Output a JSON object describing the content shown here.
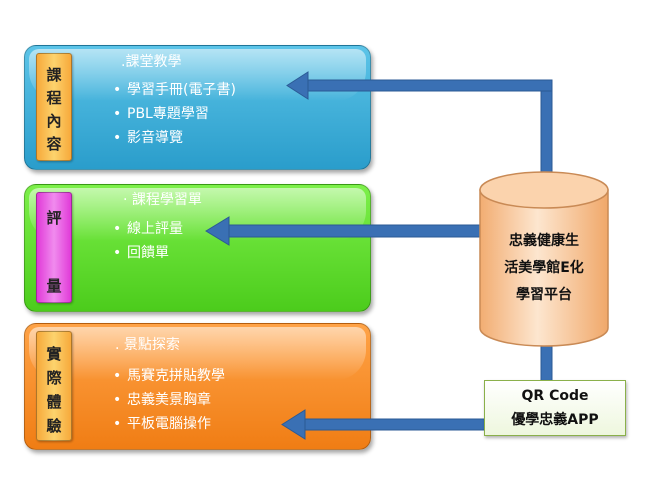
{
  "sections": [
    {
      "label": [
        "課",
        "程",
        "內",
        "容"
      ],
      "subtitle": ".課堂教學",
      "items": [
        "學習手冊(電子書)",
        "PBL專題學習",
        "影音導覽"
      ]
    },
    {
      "label": [
        "評",
        "量"
      ],
      "subtitle": "· 課程學習單",
      "items": [
        "線上評量",
        "回饋單"
      ]
    },
    {
      "label": [
        "實",
        "際",
        "體",
        "驗"
      ],
      "subtitle": ". 景點探索",
      "items": [
        "馬賽克拼貼教學",
        "忠義美景胸章",
        "平板電腦操作"
      ]
    }
  ],
  "bullet": "•",
  "platform": {
    "lines": [
      "忠義健康生",
      "活美學館E化",
      "學習平台"
    ]
  },
  "qr": {
    "line1": "QR Code",
    "line2": "優學忠義APP"
  },
  "colors": {
    "course": "#2a9dcb",
    "eval": "#4ccc1c",
    "exp": "#f07d14",
    "arrow": "#3a70b4",
    "cylinder": "#f9c99e"
  }
}
